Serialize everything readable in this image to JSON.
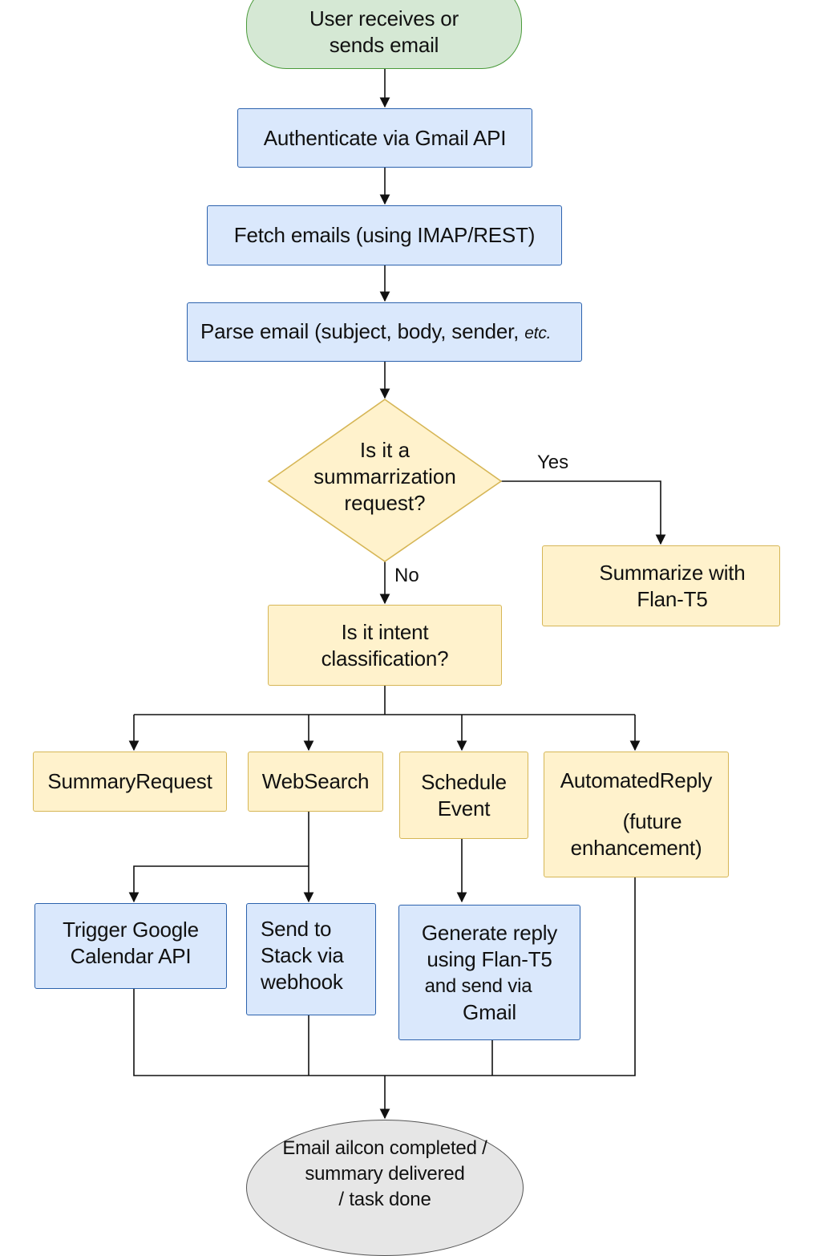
{
  "nodes": {
    "start": {
      "lines": [
        "User receives or",
        "sends email"
      ]
    },
    "auth": {
      "lines": [
        "Authenticate via Gmail API"
      ]
    },
    "fetch": {
      "lines": [
        "Fetch emails (using IMAP/REST)"
      ]
    },
    "parse": {
      "main": "Parse email (subject, body, sender, ",
      "etc": "etc."
    },
    "decision": {
      "lines": [
        "Is it a",
        "summarrization",
        "request?"
      ]
    },
    "summarize": {
      "lines": [
        "Summarize with",
        "Flan-T5"
      ]
    },
    "intent": {
      "lines": [
        "Is it intent",
        "classification?"
      ]
    },
    "summary_request": {
      "lines": [
        "SummaryRequest"
      ]
    },
    "web_search": {
      "lines": [
        "WebSearch"
      ]
    },
    "schedule_event": {
      "lines": [
        "Schedule",
        "Event"
      ]
    },
    "automated_reply": {
      "lines": [
        "AutomatedReply",
        "(future",
        "enhancement)"
      ]
    },
    "calendar": {
      "lines": [
        "Trigger Google",
        "Calendar API"
      ]
    },
    "stack": {
      "lines": [
        "Send to",
        "Stack via",
        "webhook"
      ]
    },
    "generate_reply": {
      "lines": [
        "Generate reply",
        "using Flan-T5",
        "and send via",
        "Gmail"
      ]
    },
    "end": {
      "lines": [
        "Email ailcon completed /",
        "summary delivered",
        "/ task done"
      ]
    }
  },
  "edge_labels": {
    "yes": "Yes",
    "no": "No"
  },
  "colors": {
    "process_fill": "#dae8fc",
    "process_border": "#2c62ad",
    "decision_fill": "#fff2cc",
    "decision_border": "#d6b656",
    "start_fill": "#d5e8d4",
    "start_border": "#4a9a3a",
    "end_fill": "#e6e6e6",
    "end_border": "#555555",
    "connector": "#111111"
  }
}
